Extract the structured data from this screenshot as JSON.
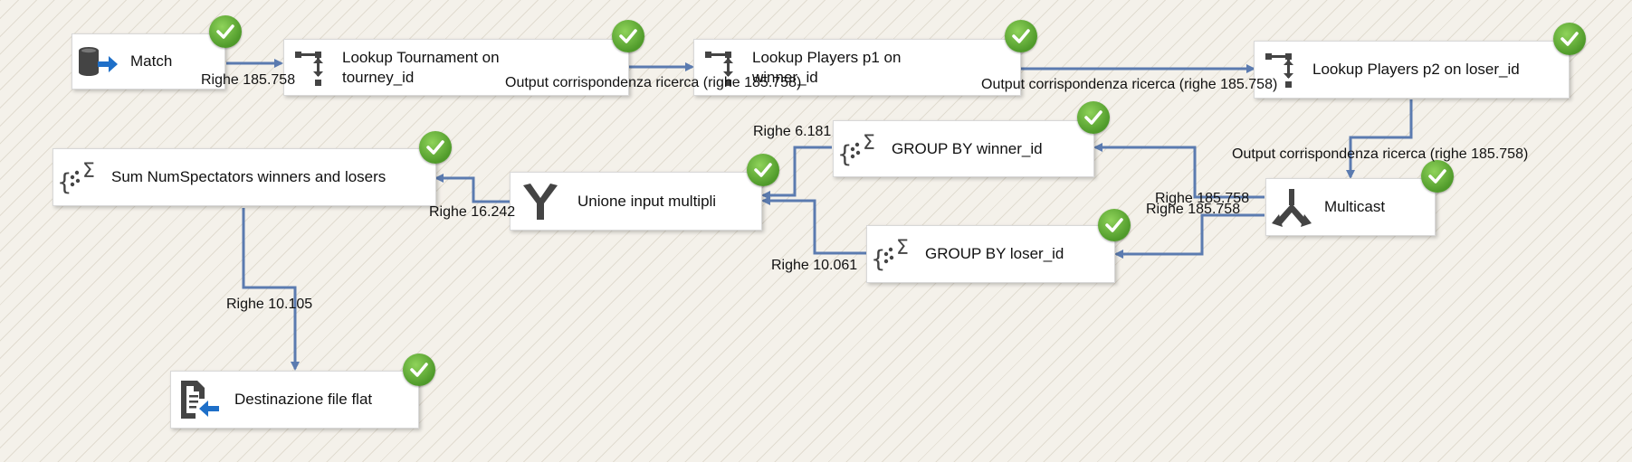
{
  "components": {
    "match": {
      "label": "Match",
      "icon": "database-source-icon"
    },
    "lookup_tournament": {
      "label": "Lookup Tournament on tourney_id",
      "icon": "lookup-icon"
    },
    "lookup_p1": {
      "label": "Lookup Players p1 on winner_id",
      "icon": "lookup-icon"
    },
    "lookup_p2": {
      "label": "Lookup Players p2 on loser_id",
      "icon": "lookup-icon"
    },
    "group_winner": {
      "label": "GROUP BY winner_id",
      "icon": "aggregate-icon"
    },
    "group_loser": {
      "label": "GROUP BY loser_id",
      "icon": "aggregate-icon"
    },
    "multicast": {
      "label": "Multicast",
      "icon": "multicast-icon"
    },
    "union": {
      "label": "Unione input multipli",
      "icon": "union-all-icon"
    },
    "sum_spectators": {
      "label": "Sum NumSpectators winners and losers",
      "icon": "aggregate-icon"
    },
    "flat_file": {
      "label": "Destinazione file flat",
      "icon": "flat-file-destination-icon"
    }
  },
  "connectors": {
    "match_to_tournament": "Righe 185.758",
    "tournament_to_p1": "Output corrispondenza ricerca (righe 185.758)",
    "p1_to_p2": "Output corrispondenza ricerca (righe 185.758)",
    "p2_to_multicast": "Output corrispondenza ricerca (righe 185.758)",
    "multicast_to_group_winner": "Righe 185.758",
    "multicast_to_group_loser": "Righe 185.758",
    "group_winner_to_union": "Righe 6.181",
    "group_loser_to_union": "Righe 10.061",
    "union_to_sum": "Righe 16.242",
    "sum_to_flat": "Righe 10.105"
  },
  "status": {
    "icon": "success-check-icon",
    "color": "#5fae34"
  },
  "colors": {
    "connector": "#5b7bb0"
  }
}
